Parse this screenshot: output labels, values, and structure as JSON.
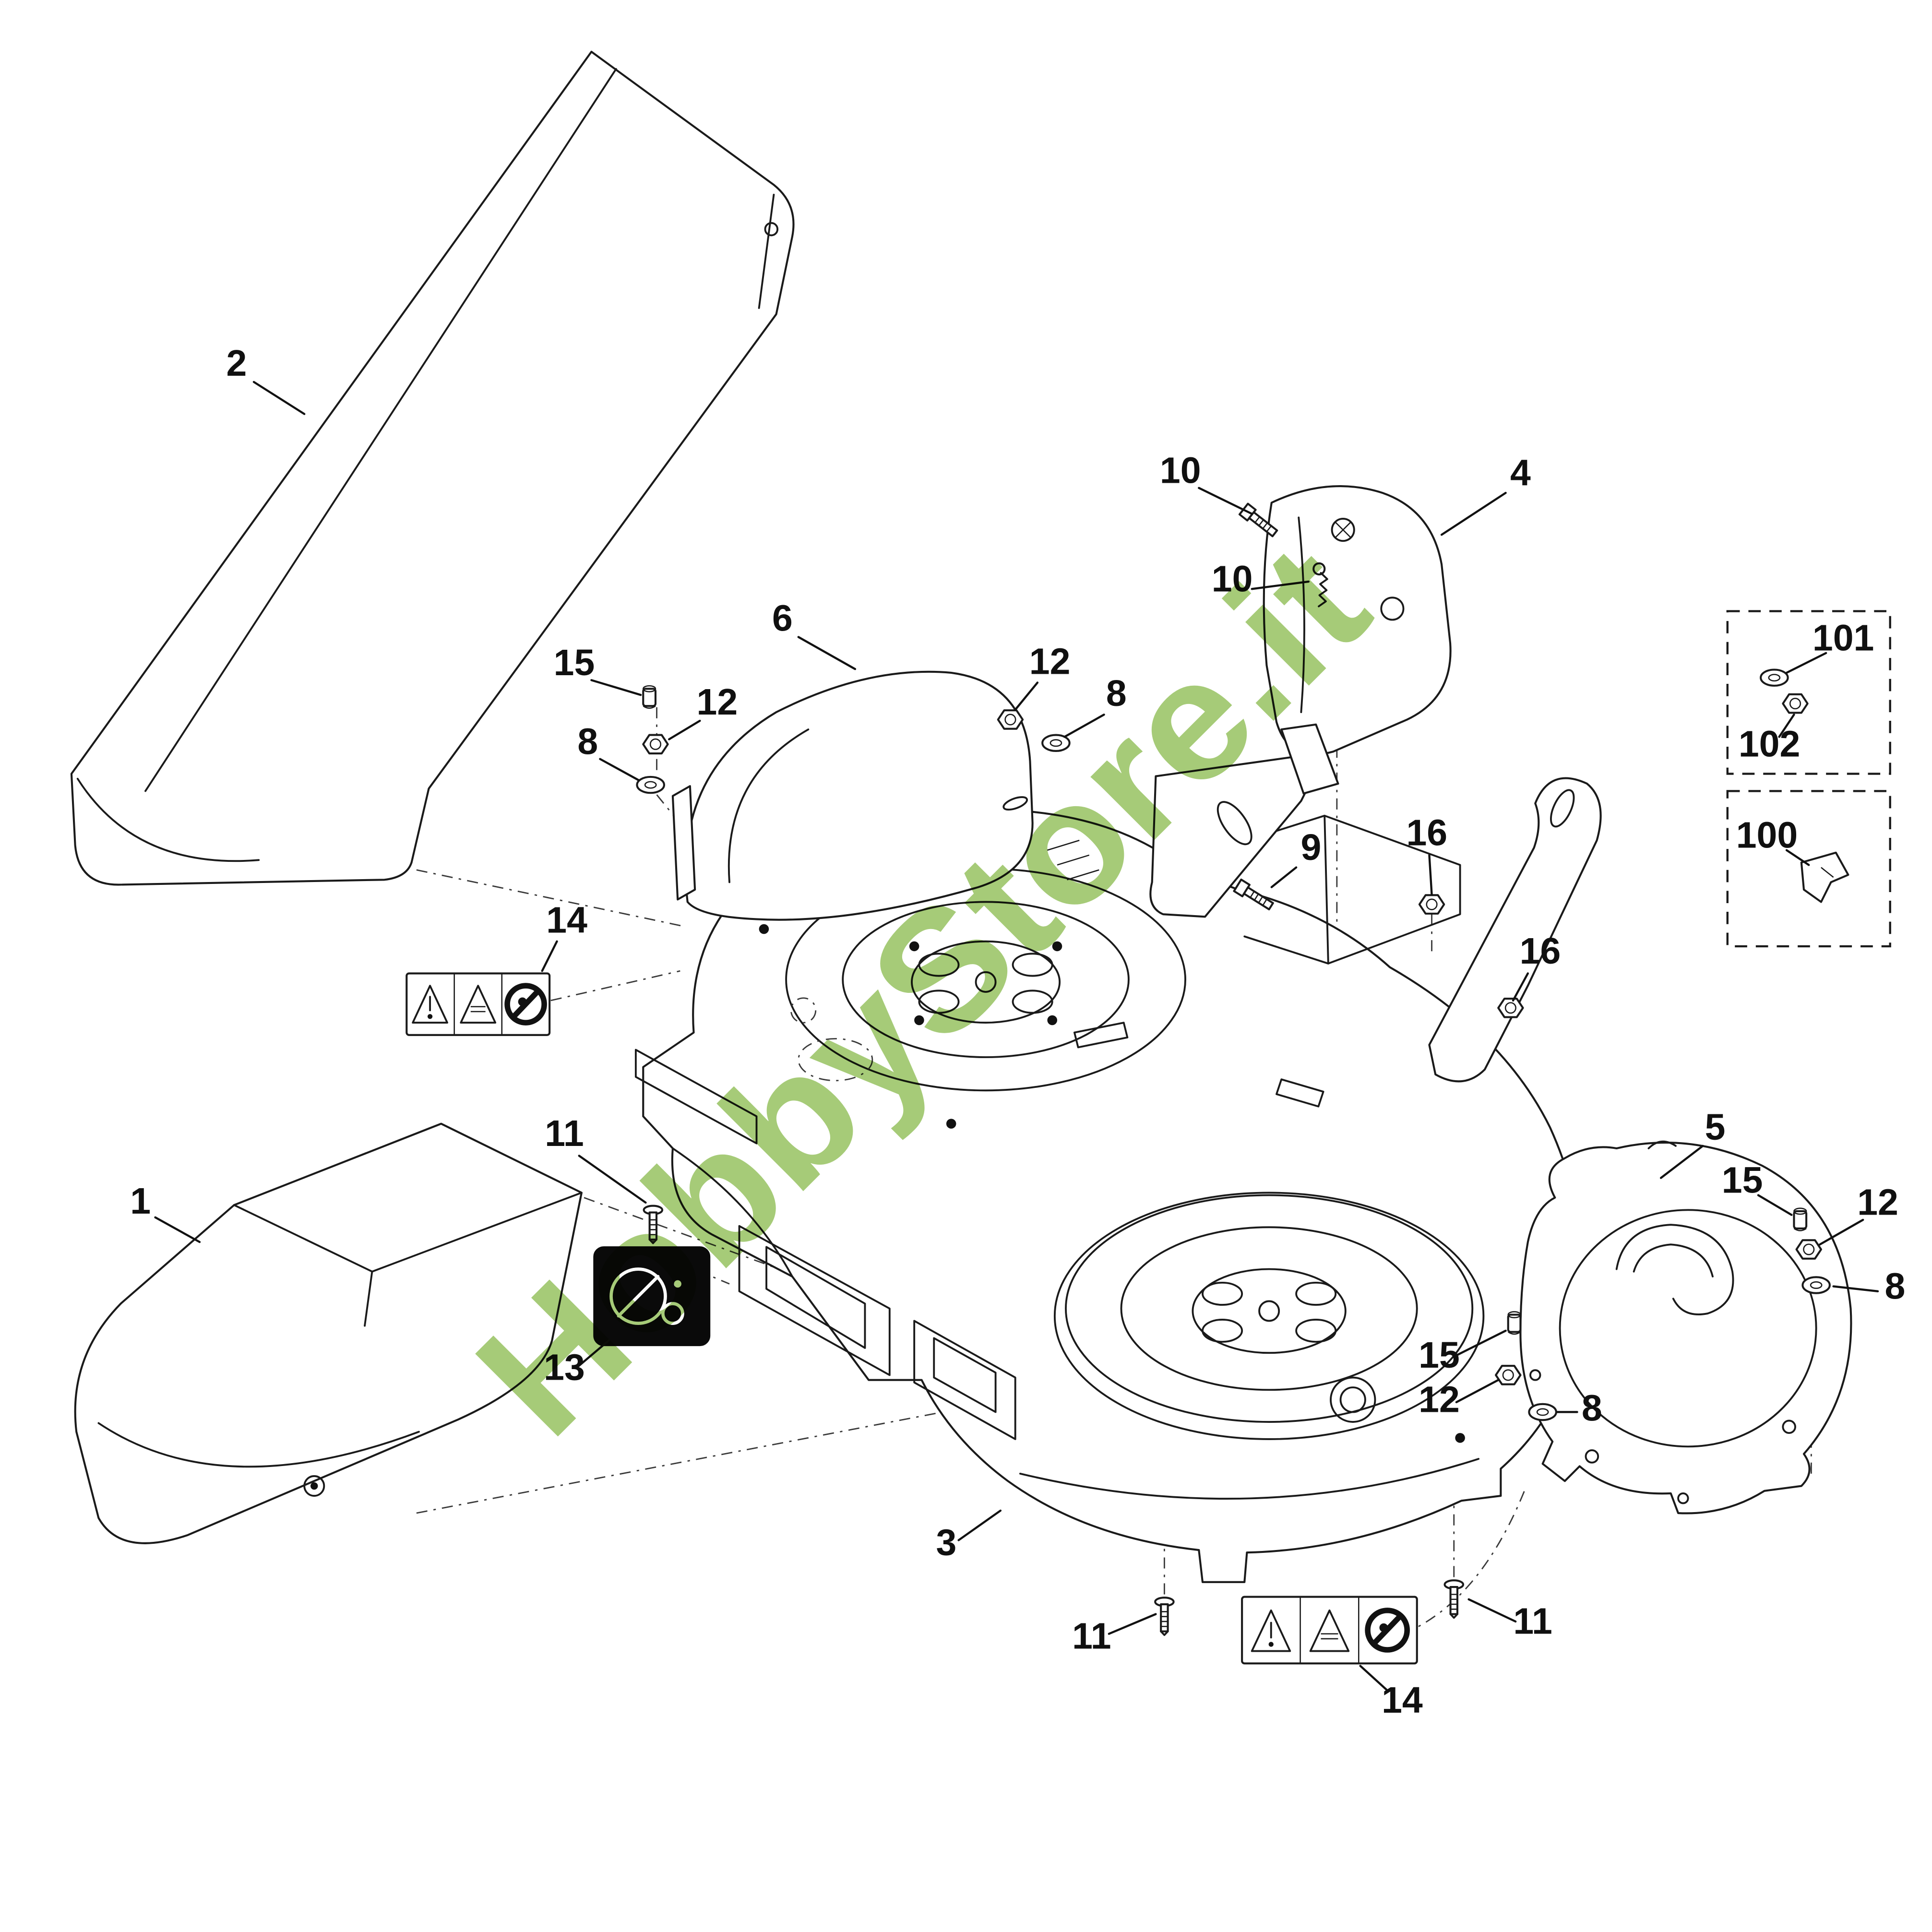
{
  "page": {
    "background": "#ffffff"
  },
  "watermark": {
    "text": "HobbyStore.it",
    "color": "#9cc569"
  },
  "callouts": [
    "2",
    "10",
    "4",
    "10",
    "6",
    "15",
    "12",
    "8",
    "12",
    "8",
    "9",
    "16",
    "16",
    "14",
    "11",
    "1",
    "13",
    "3",
    "5",
    "15",
    "12",
    "8",
    "15",
    "12",
    "8",
    "11",
    "11",
    "14",
    "101",
    "102",
    "100"
  ]
}
